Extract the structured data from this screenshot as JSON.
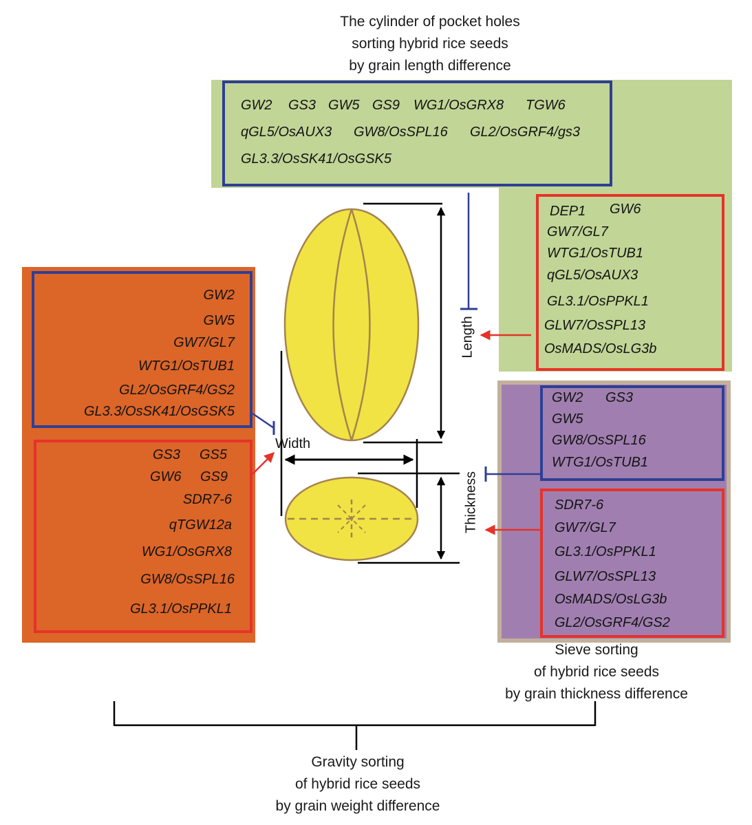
{
  "captions": {
    "length_sorting": [
      "The  cylinder of pocket holes",
      "sorting hybrid rice seeds",
      "by grain length difference"
    ],
    "thickness_sorting": [
      "Sieve sorting",
      "of hybrid rice seeds",
      "by grain thickness difference"
    ],
    "weight_sorting": [
      "Gravity sorting",
      "of hybrid rice seeds",
      "by grain weight difference"
    ]
  },
  "dimension_labels": {
    "length": "Length",
    "width": "Width",
    "thickness": "Thickness"
  },
  "length_panel": {
    "negative_genes": [
      [
        "GW2",
        "GS3",
        "GW5",
        "GS9",
        "WG1/OsGRX8",
        "TGW6"
      ],
      [
        "qGL5/OsAUX3",
        "GW8/OsSPL16",
        "GL2/OsGRF4/gs3"
      ],
      [
        "GL3.3/OsSK41/OsGSK5"
      ]
    ],
    "positive_genes": [
      "DEP1",
      "GW6",
      "GW7/GL7",
      "WTG1/OsTUB1",
      "qGL5/OsAUX3",
      "GL3.1/OsPPKL1",
      "GLW7/OsSPL13",
      "OsMADS/OsLG3b"
    ]
  },
  "width_panel": {
    "negative_genes": [
      "GW2",
      "GW5",
      "GW7/GL7",
      "WTG1/OsTUB1",
      "GL2/OsGRF4/GS2",
      "GL3.3/OsSK41/OsGSK5"
    ],
    "positive_genes": [
      "GS3",
      "GS5",
      "GW6",
      "GS9",
      "SDR7-6",
      "qTGW12a",
      "WG1/OsGRX8",
      "GW8/OsSPL16",
      "GL3.1/OsPPKL1"
    ]
  },
  "thickness_panel": {
    "negative_genes": [
      "GW2",
      "GS3",
      "GW5",
      "GW8/OsSPL16",
      "WTG1/OsTUB1"
    ],
    "positive_genes": [
      "SDR7-6",
      "GW7/GL7",
      "GL3.1/OsPPKL1",
      "GLW7/OsSPL13",
      "OsMADS/OsLG3b",
      "GL2/OsGRF4/GS2"
    ]
  },
  "colors": {
    "length_bg": "#c1d596",
    "width_bg": "#dc6528",
    "thickness_bg": "#a07fb0",
    "negative_box": "#2e3f94",
    "positive_box": "#e5332a",
    "seed_fill": "#f1e343",
    "seed_outline": "#a5834e"
  }
}
